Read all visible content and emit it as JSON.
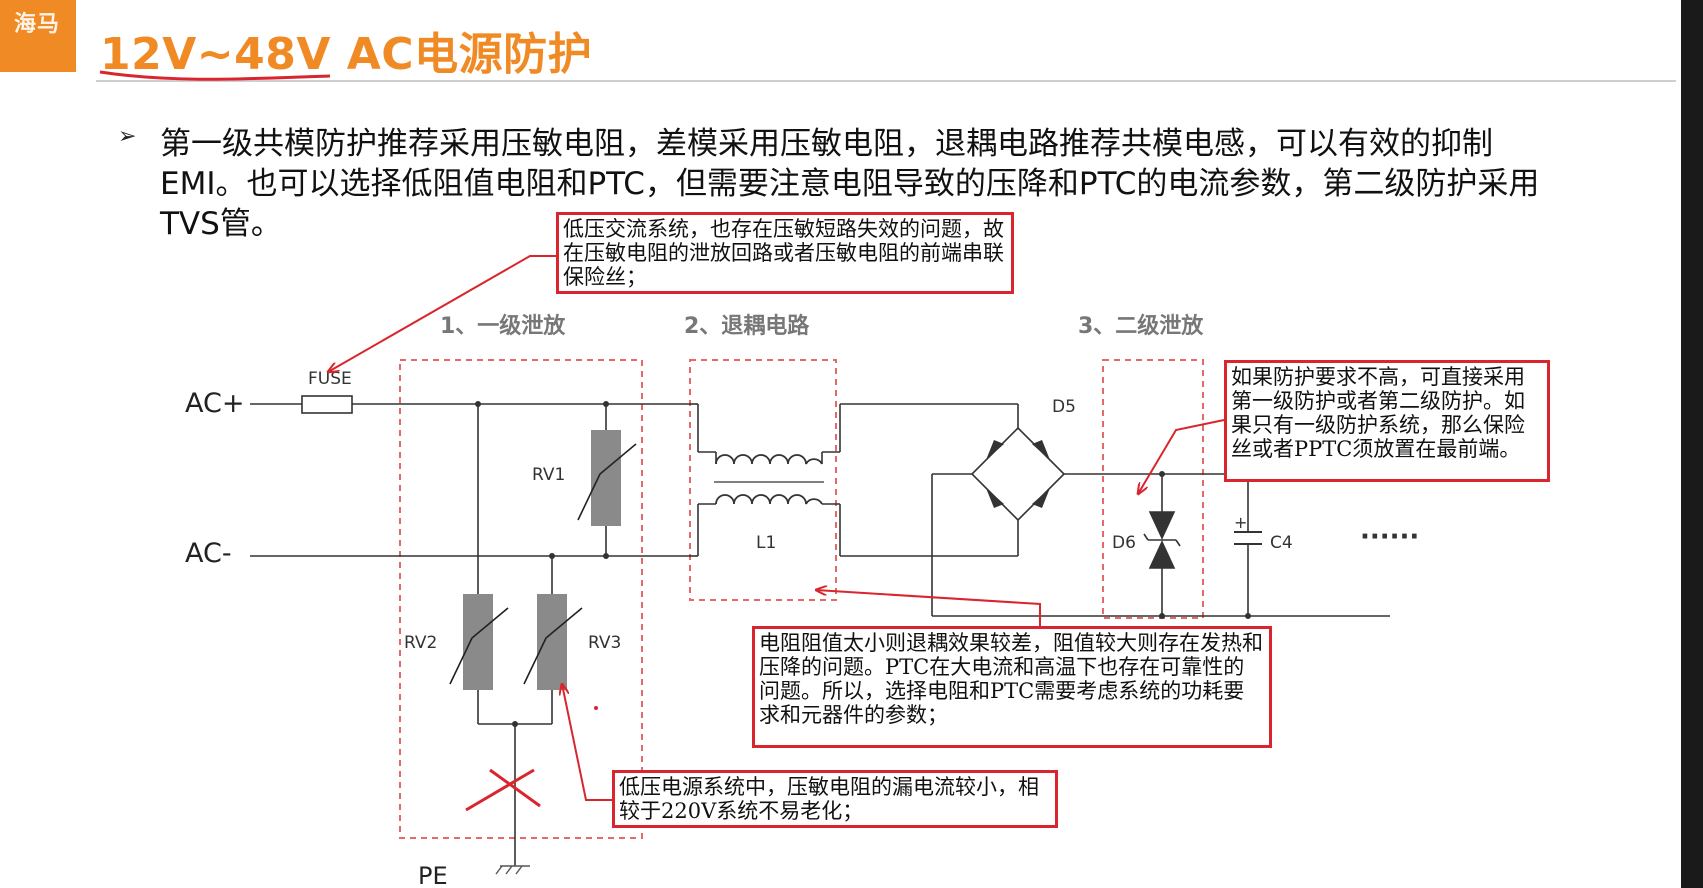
{
  "header": {
    "logo_text": "海马",
    "title": "12V~48V AC电源防护",
    "accent_color": "#f08a24"
  },
  "body": {
    "bullet_icon": "triangle-bullet-icon",
    "paragraph": "第一级共模防护推荐采用压敏电阻，差模采用压敏电阻，退耦电路推荐共模电感，可以有效的抑制EMI。也可以选择低阻值电阻和PTC，但需要注意电阻导致的压降和PTC的电流参数，第二级防护采用TVS管。"
  },
  "diagram": {
    "sections": {
      "s1": "1、一级泄放",
      "s2": "2、退耦电路",
      "s3": "3、二级泄放"
    },
    "labels": {
      "ac_plus": "AC+",
      "ac_minus": "AC-",
      "fuse": "FUSE",
      "rv1": "RV1",
      "rv2": "RV2",
      "rv3": "RV3",
      "l1": "L1",
      "d5": "D5",
      "d6": "D6",
      "c4": "C4",
      "plus": "+",
      "dots": "······",
      "pe": "PE"
    },
    "wire_color": "#333333",
    "component_color": "#8a8a8a",
    "annotation_color": "#d9262e"
  },
  "notes": {
    "n1": "低压交流系统，也存在压敏短路失效的问题，故在压敏电阻的泄放回路或者压敏电阻的前端串联保险丝；",
    "n2": "如果防护要求不高，可直接采用第一级防护或者第二级防护。如果只有一级防护系统，那么保险丝或者PPTC须放置在最前端。",
    "n3": "电阻阻值太小则退耦效果较差，阻值较大则存在发热和压降的问题。PTC在大电流和高温下也存在可靠性的问题。所以，选择电阻和PTC需要考虑系统的功耗要求和元器件的参数；",
    "n4": "低压电源系统中，压敏电阻的漏电流较小，相较于220V系统不易老化；"
  }
}
